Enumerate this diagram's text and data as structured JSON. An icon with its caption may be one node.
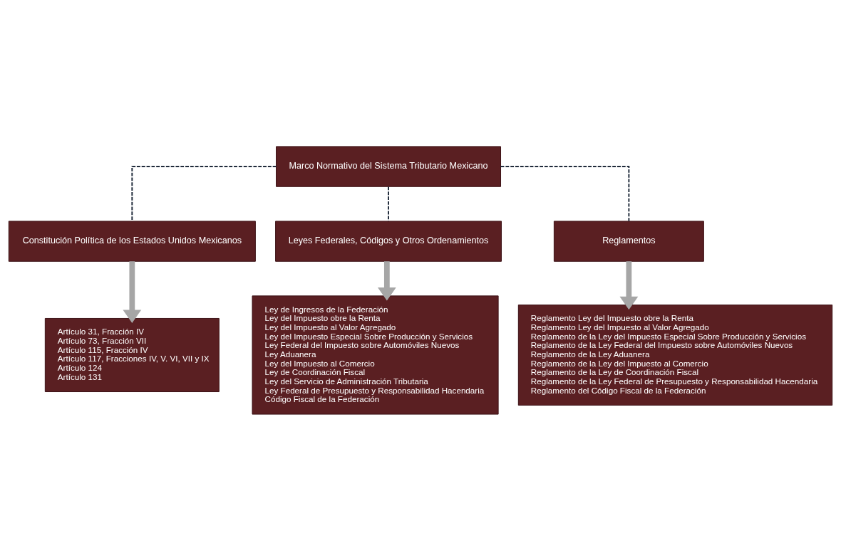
{
  "diagram": {
    "nodes": [
      {
        "text": [
          "Marco Normativo del Sistema Tributario Mexicano"
        ]
      },
      {
        "text": [
          "Constitución Política de los Estados Unidos Mexicanos"
        ]
      },
      {
        "text": [
          "Leyes Federales, Códigos y Otros Ordenamientos"
        ]
      },
      {
        "text": [
          "Reglamentos"
        ]
      },
      {
        "text": [
          "Artículo 31, Fracción IV",
          "Artículo 73, Fracción VII",
          "Artículo 115, Fracción IV",
          "Artículo 117, Fracciones IV, V. VI, VII y IX",
          "Artículo 124",
          "Artículo 131"
        ]
      },
      {
        "text": [
          "Ley de Ingresos de la Federación",
          "Ley del Impuesto obre la Renta",
          "Ley del Impuesto al Valor Agregado",
          "Ley del Impuesto Especial Sobre Producción y Servicios",
          "Ley Federal del Impuesto sobre Automóviles Nuevos",
          "Ley Aduanera",
          "Ley del Impuesto al Comercio",
          "Ley de Coordinación Fiscal",
          "Ley del Servicio de Administración Tributaria",
          "Ley Federal de Presupuesto y Responsabilidad Hacendaria",
          "Código Fiscal de la Federación"
        ]
      },
      {
        "text": [
          "Reglamento Ley del Impuesto obre la Renta",
          "Reglamento Ley del Impuesto al Valor Agregado",
          "Reglamento de la Ley del Impuesto Especial Sobre Producción y Servicios",
          "Reglamento de la Ley Federal del Impuesto sobre Automóviles Nuevos",
          "Reglamento de la Ley Aduanera",
          "Reglamento de la Ley del Impuesto al Comercio",
          "Reglamento de la Ley de Coordinación Fiscal",
          "Reglamento de la Ley Federal de Presupuesto y Responsabilidad Hacendaria",
          "Reglamento del Código Fiscal de la Federación"
        ]
      }
    ],
    "edges": [
      {
        "from": 0,
        "to": 1,
        "arrow": "none",
        "style": "dashed"
      },
      {
        "from": 0,
        "to": 2,
        "arrow": "none",
        "style": "dashed"
      },
      {
        "from": 0,
        "to": 3,
        "arrow": "none",
        "style": "dashed"
      },
      {
        "from": 1,
        "to": 4,
        "arrow": "to",
        "style": "thick",
        "color": "#a6a6a6"
      },
      {
        "from": 2,
        "to": 5,
        "arrow": "to",
        "style": "thick",
        "color": "#a6a6a6"
      },
      {
        "from": 3,
        "to": 6,
        "arrow": "to",
        "style": "thick",
        "color": "#a6a6a6"
      }
    ]
  }
}
